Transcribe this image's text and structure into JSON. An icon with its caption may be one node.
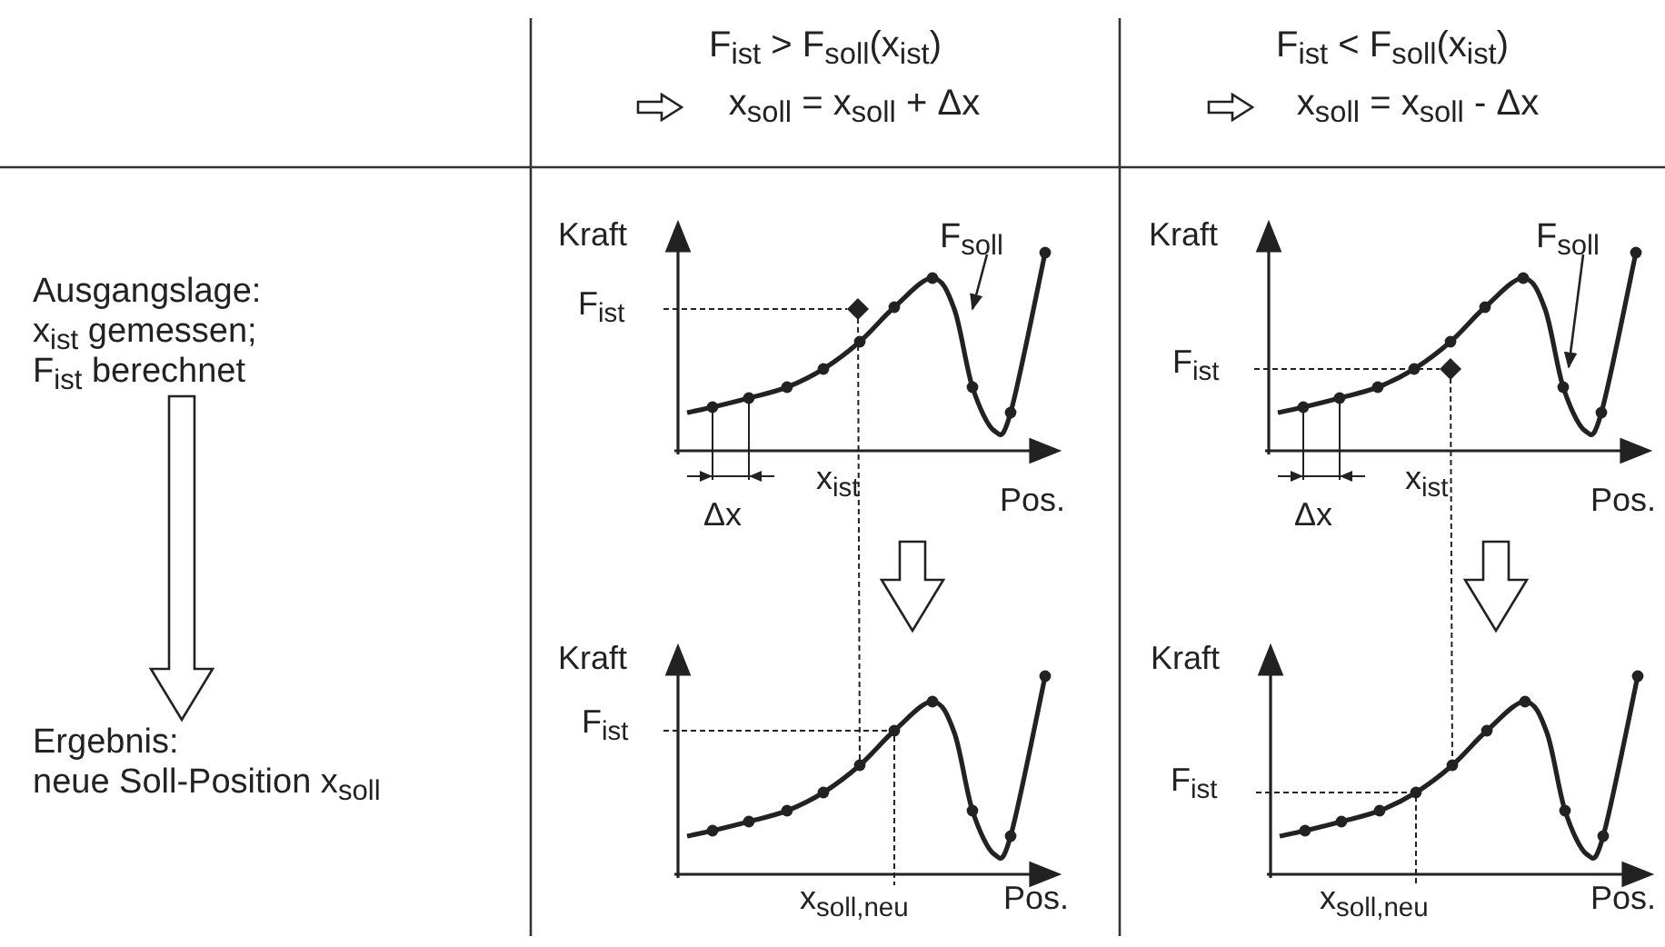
{
  "diagram": {
    "nodes": [
      {
        "text": [
          "Ausgangslage:",
          "x$_{ist}$ gemessen; F$_{ist}$ berechnet"
        ]
      },
      {
        "text": [],
        "shape": "picture",
        "beside": [
          "Kraft",
          "F$_{ist}$",
          "x$_{ist}$",
          "Pos.",
          "Δx"
        ]
      },
      {
        "text": [
          "F$_{soll}$"
        ],
        "in": 1
      },
      {
        "text": [],
        "shape": "picture",
        "beside": [
          "Kraft",
          "F$_{ist}$",
          "x$_{ist}$",
          "Pos.",
          "Δx"
        ]
      },
      {
        "text": [
          "F$_{soll}$"
        ],
        "in": 3
      },
      {
        "text": [
          "Ergebnis:",
          "neue Soll-Position x$_{soll}$"
        ]
      },
      {
        "text": [],
        "shape": "picture",
        "beside": [
          "Kraft",
          "F$_{ist}$",
          "x$_{soll,neu}$",
          "Pos."
        ]
      },
      {
        "text": [],
        "shape": "picture",
        "beside": [
          "Kraft",
          "F$_{ist}$",
          "x$_{soll,neu}$",
          "Pos."
        ]
      }
    ],
    "edges": [
      {
        "from": 2,
        "to": 1,
        "arrow": "to"
      },
      {
        "from": 4,
        "to": 3,
        "arrow": "to"
      },
      {
        "from": 0,
        "to": 5,
        "arrow": "to"
      },
      {
        "from": 1,
        "to": 6,
        "arrow": "to"
      },
      {
        "from": 3,
        "to": 7,
        "arrow": "to"
      },
      {
        "from": 1,
        "to": 6,
        "arrow": "other",
        "style": "dashed"
      },
      {
        "from": 3,
        "to": 7,
        "arrow": "other",
        "style": "dashed"
      }
    ],
    "labels": [
      "F$_{ist}$ > F$_{soll}$(x$_{ist}$)",
      "x$_{soll}$ = x$_{soll}$ + Δx",
      "F$_{ist}$ < F$_{soll}$(x$_{ist}$)",
      "x$_{soll}$ = x$_{soll}$ - Δx"
    ]
  }
}
